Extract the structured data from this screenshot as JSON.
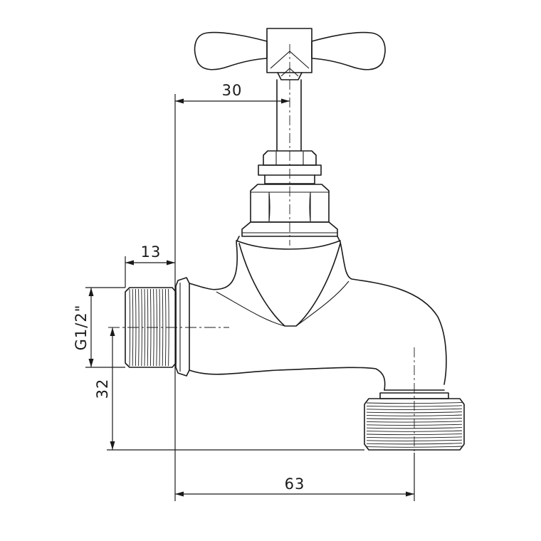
{
  "dimensions": {
    "handle_offset": "30",
    "thread_length": "13",
    "thread_size": "G1/2\"",
    "outlet_height": "32",
    "overall_length": "63"
  }
}
